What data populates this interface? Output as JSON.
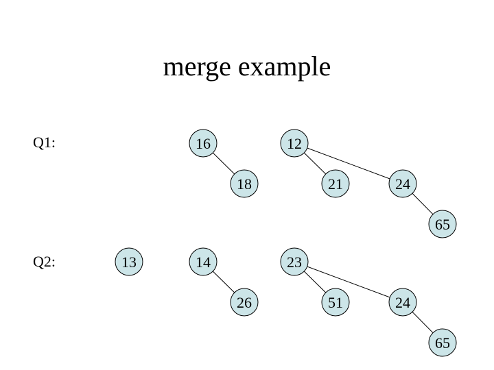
{
  "title": "merge example",
  "colors": {
    "node_fill": "#cce5e8",
    "node_stroke": "#000000",
    "edge": "#000000",
    "text": "#000000"
  },
  "queues": [
    {
      "label": "Q1:",
      "nodes": [
        {
          "id": "q1-16",
          "value": "16"
        },
        {
          "id": "q1-12",
          "value": "12"
        },
        {
          "id": "q1-18",
          "value": "18"
        },
        {
          "id": "q1-21",
          "value": "21"
        },
        {
          "id": "q1-24",
          "value": "24"
        },
        {
          "id": "q1-65",
          "value": "65"
        }
      ],
      "edges": [
        [
          "q1-16",
          "q1-18"
        ],
        [
          "q1-12",
          "q1-21"
        ],
        [
          "q1-12",
          "q1-24"
        ],
        [
          "q1-24",
          "q1-65"
        ]
      ]
    },
    {
      "label": "Q2:",
      "nodes": [
        {
          "id": "q2-13",
          "value": "13"
        },
        {
          "id": "q2-14",
          "value": "14"
        },
        {
          "id": "q2-23",
          "value": "23"
        },
        {
          "id": "q2-26",
          "value": "26"
        },
        {
          "id": "q2-51",
          "value": "51"
        },
        {
          "id": "q2-24",
          "value": "24"
        },
        {
          "id": "q2-65",
          "value": "65"
        }
      ],
      "edges": [
        [
          "q2-14",
          "q2-26"
        ],
        [
          "q2-23",
          "q2-51"
        ],
        [
          "q2-23",
          "q2-24"
        ],
        [
          "q2-24",
          "q2-65"
        ]
      ]
    }
  ]
}
